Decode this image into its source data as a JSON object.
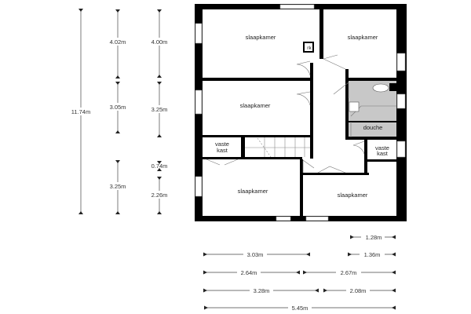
{
  "rooms": {
    "bedroom_top_left": "slaapkamer",
    "bedroom_top_right": "slaapkamer",
    "bedroom_middle_left": "slaapkamer",
    "bedroom_bottom_left": "slaapkamer",
    "bedroom_bottom_right": "slaapkamer",
    "closet_left": [
      "vaste",
      "kast"
    ],
    "closet_right": [
      "vaste",
      "kast"
    ],
    "shower": "douche",
    "rk": "rk"
  },
  "vertical_dimensions": {
    "total": "11.74m",
    "col1": [
      "4.02m",
      "3.05m",
      "3.25m"
    ],
    "col2": [
      "4.00m",
      "3.25m",
      "0.74m",
      "2.26m"
    ]
  },
  "horizontal_dimensions": {
    "row1": [
      "1.28m"
    ],
    "row2": [
      "3.03m",
      "1.36m"
    ],
    "row3": [
      "2.64m",
      "2.67m"
    ],
    "row4": [
      "3.28m",
      "2.08m"
    ],
    "row5": [
      "5.45m"
    ]
  },
  "colors": {
    "wall": "#000000",
    "bathroom": "#c8c8c8"
  }
}
